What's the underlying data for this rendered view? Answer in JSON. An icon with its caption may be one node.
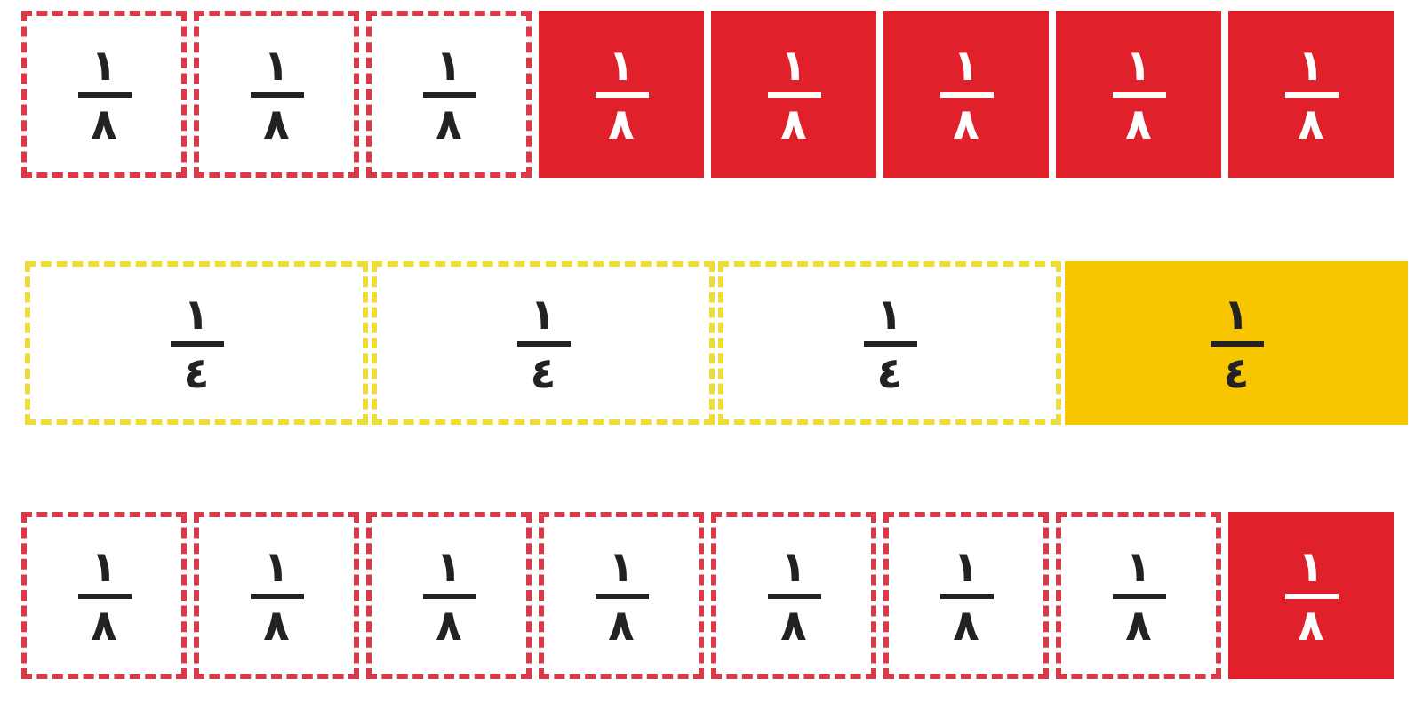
{
  "diagram": {
    "nodes": [
      {
        "text": [
          "١",
          "٨"
        ]
      },
      {
        "text": [
          "١",
          "٨"
        ]
      },
      {
        "text": [
          "١",
          "٨"
        ]
      },
      {
        "text": [
          "١",
          "٨"
        ]
      },
      {
        "text": [
          "١",
          "٨"
        ]
      },
      {
        "text": [
          "١",
          "٨"
        ]
      },
      {
        "text": [
          "١",
          "٨"
        ]
      },
      {
        "text": [
          "١",
          "٨"
        ]
      },
      {
        "text": [
          "١",
          "٤"
        ]
      },
      {
        "text": [
          "١",
          "٤"
        ]
      },
      {
        "text": [
          "١",
          "٤"
        ]
      },
      {
        "text": [
          "١",
          "٤"
        ]
      },
      {
        "text": [
          "١",
          "٨"
        ]
      },
      {
        "text": [
          "١",
          "٨"
        ]
      },
      {
        "text": [
          "١",
          "٨"
        ]
      },
      {
        "text": [
          "١",
          "٨"
        ]
      },
      {
        "text": [
          "١",
          "٨"
        ]
      },
      {
        "text": [
          "١",
          "٨"
        ]
      },
      {
        "text": [
          "١",
          "٨"
        ]
      },
      {
        "text": [
          "١",
          "٨"
        ]
      }
    ]
  }
}
